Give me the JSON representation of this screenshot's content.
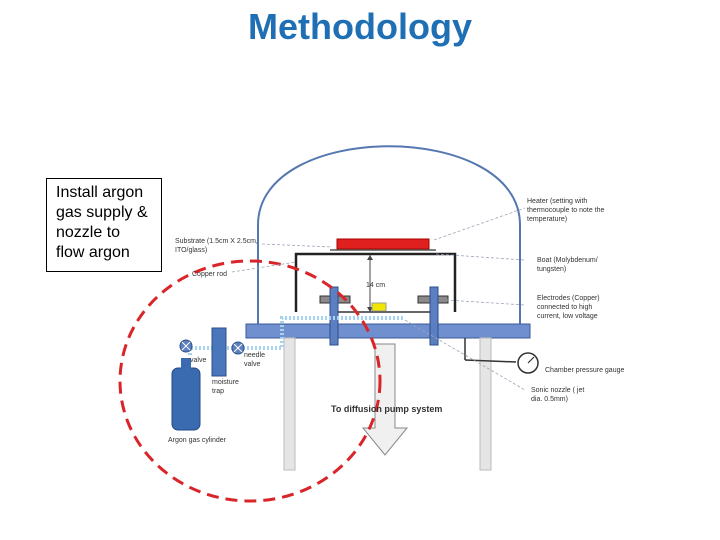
{
  "title": "Methodology",
  "callout": {
    "lines": [
      "Install argon",
      "gas supply &",
      "nozzle to",
      "flow argon"
    ]
  },
  "labels": {
    "heater": [
      "Heater (setting with",
      "thermocouple to note the",
      "temperature)"
    ],
    "substrate": [
      "Substrate (1.5cm X 2.5cm,",
      "ITO/glass)"
    ],
    "copper_rod": "Copper rod",
    "distance": "14 cm",
    "boat": [
      "Boat (Molybdenum/",
      "tungsten)"
    ],
    "electrodes": [
      "Electrodes (Copper)",
      "connected to high",
      "current, low voltage"
    ],
    "valve": "valve",
    "needle_valve": [
      "needle",
      "valve"
    ],
    "moisture_trap": [
      "moisture",
      "trap"
    ],
    "chamber_gauge": "Chamber pressure gauge",
    "diffusion_pump": "To diffusion pump system",
    "sonic_nozzle": [
      "Sonic nozzle ( jet",
      "dia. 0.5mm)"
    ],
    "argon_cylinder": "Argon gas cylinder"
  },
  "colors": {
    "title": "#1f6fb5",
    "highlight_ellipse": "#d9252a",
    "heater": "#e0201e",
    "boat": "#f2e600",
    "plate": "#5b7fc0",
    "cylinder": "#3a6ab0"
  }
}
